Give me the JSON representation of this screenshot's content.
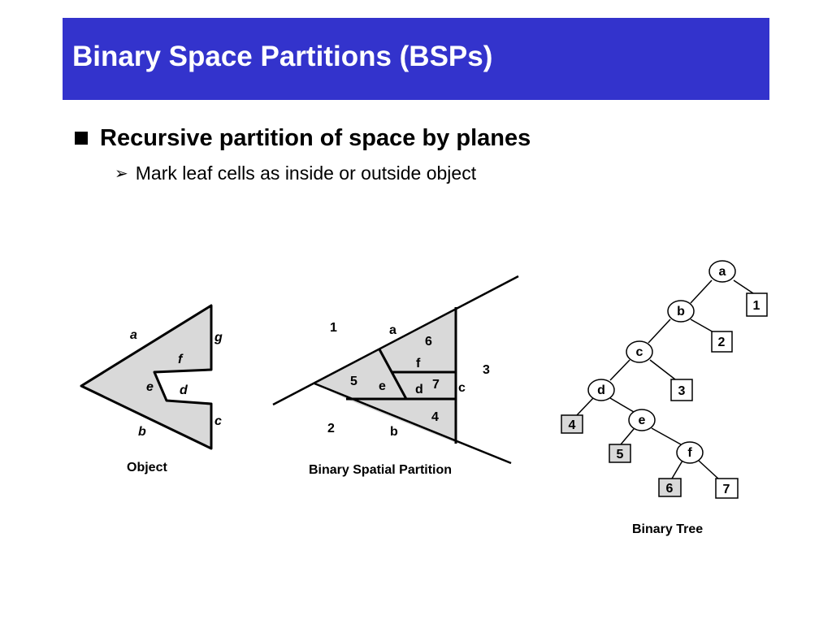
{
  "slide": {
    "title": "Binary Space Partitions (BSPs)",
    "bullet1": "Recursive partition of space by planes",
    "bullet2": "Mark leaf cells as inside or outside object"
  },
  "object_figure": {
    "caption": "Object",
    "edge_labels": {
      "a": "a",
      "b": "b",
      "c": "c",
      "d": "d",
      "e": "e",
      "f": "f",
      "g": "g"
    }
  },
  "partition_figure": {
    "caption": "Binary Spatial Partition",
    "plane_labels": {
      "a": "a",
      "b": "b",
      "c": "c",
      "d": "d",
      "e": "e",
      "f": "f"
    },
    "cell_labels": {
      "1": "1",
      "2": "2",
      "3": "3",
      "4": "4",
      "5": "5",
      "6": "6",
      "7": "7"
    }
  },
  "tree_figure": {
    "caption": "Binary Tree",
    "internal_nodes": {
      "a": "a",
      "b": "b",
      "c": "c",
      "d": "d",
      "e": "e",
      "f": "f"
    },
    "leaves": {
      "1": "1",
      "2": "2",
      "3": "3",
      "4": "4",
      "5": "5",
      "6": "6",
      "7": "7"
    }
  },
  "colors": {
    "title_bar": "#3333cc",
    "shaded_fill": "#d9d9d9",
    "line": "#000000"
  }
}
